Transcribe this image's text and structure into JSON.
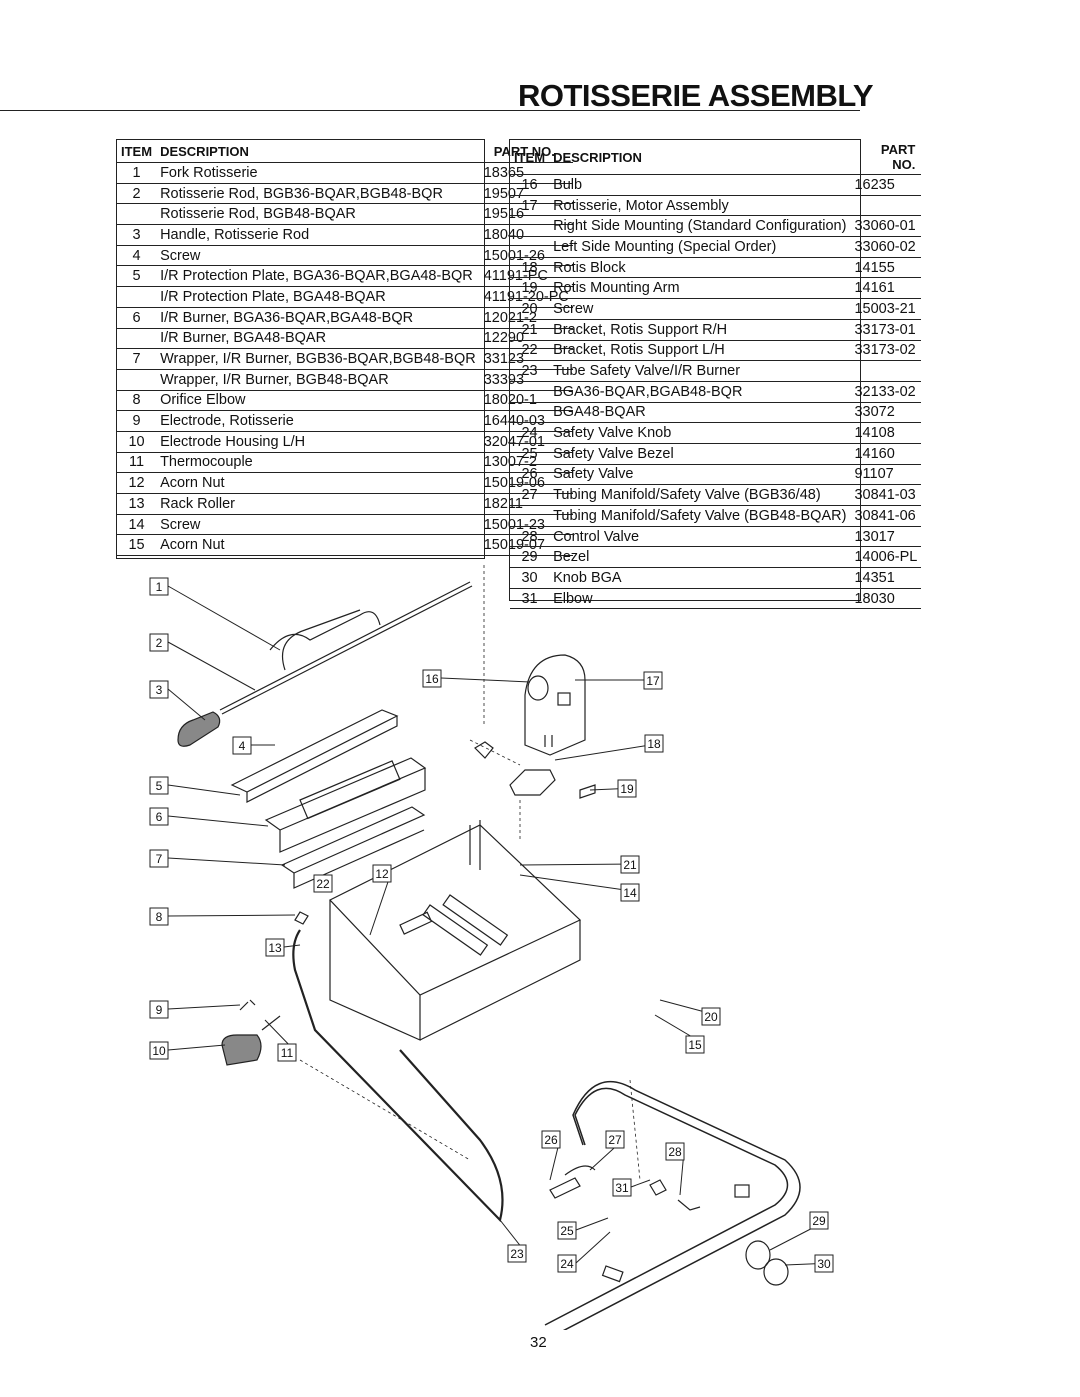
{
  "title": "ROTISSERIE ASSEMBLY",
  "page_number": "32",
  "table_headers": {
    "item": "ITEM",
    "description": "DESCRIPTION",
    "part_no": "PART NO."
  },
  "left_table": [
    {
      "item": "1",
      "description": "Fork Rotisserie",
      "part": "18365"
    },
    {
      "item": "2",
      "description": "Rotisserie Rod, BGB36-BQAR,BGB48-BQR",
      "part": "19507"
    },
    {
      "item": "",
      "description": "Rotisserie Rod, BGB48-BQAR",
      "part": "19516"
    },
    {
      "item": "3",
      "description": "Handle, Rotisserie Rod",
      "part": "18040"
    },
    {
      "item": "4",
      "description": "Screw",
      "part": "15001-26"
    },
    {
      "item": "5",
      "description": "I/R Protection Plate, BGA36-BQAR,BGA48-BQR",
      "part": "41191-PC"
    },
    {
      "item": "",
      "description": "I/R Protection Plate, BGA48-BQAR",
      "part": "41191-20-PC"
    },
    {
      "item": "6",
      "description": "I/R Burner, BGA36-BQAR,BGA48-BQR",
      "part": "12021-2"
    },
    {
      "item": "",
      "description": "I/R Burner, BGA48-BQAR",
      "part": "12290"
    },
    {
      "item": "7",
      "description": "Wrapper, I/R Burner, BGB36-BQAR,BGB48-BQR",
      "part": "33123"
    },
    {
      "item": "",
      "description": "Wrapper, I/R Burner, BGB48-BQAR",
      "part": "33393"
    },
    {
      "item": "8",
      "description": "Orifice Elbow",
      "part": "18020-1"
    },
    {
      "item": "9",
      "description": "Electrode, Rotisserie",
      "part": "16440-03"
    },
    {
      "item": "10",
      "description": "Electrode Housing  L/H",
      "part": "32047-01"
    },
    {
      "item": "11",
      "description": "Thermocouple",
      "part": "13007-2"
    },
    {
      "item": "12",
      "description": "Acorn Nut",
      "part": "15019-06"
    },
    {
      "item": "13",
      "description": "Rack Roller",
      "part": "18211"
    },
    {
      "item": "14",
      "description": "Screw",
      "part": "15001-23"
    },
    {
      "item": "15",
      "description": "Acorn Nut",
      "part": "15019-07"
    }
  ],
  "right_table": [
    {
      "item": "16",
      "description": "Bulb",
      "part": "16235"
    },
    {
      "item": "17",
      "description": "Rotisserie, Motor Assembly",
      "part": ""
    },
    {
      "item": "",
      "description": "Right Side Mounting (Standard Configuration)",
      "part": "33060-01"
    },
    {
      "item": "",
      "description": "Left Side Mounting (Special Order)",
      "part": "33060-02"
    },
    {
      "item": "18",
      "description": "Rotis Block",
      "part": "14155"
    },
    {
      "item": "19",
      "description": "Rotis Mounting Arm",
      "part": "14161"
    },
    {
      "item": "20",
      "description": "Screw",
      "part": "15003-21"
    },
    {
      "item": "21",
      "description": "Bracket, Rotis Support R/H",
      "part": "33173-01"
    },
    {
      "item": "22",
      "description": "Bracket, Rotis Support L/H",
      "part": "33173-02"
    },
    {
      "item": "23",
      "description": "Tube Safety Valve/I/R Burner",
      "part": ""
    },
    {
      "item": "",
      "description": "BGA36-BQAR,BGAB48-BQR",
      "part": "32133-02"
    },
    {
      "item": "",
      "description": "BGA48-BQAR",
      "part": "33072"
    },
    {
      "item": "24",
      "description": "Safety Valve Knob",
      "part": "14108"
    },
    {
      "item": "25",
      "description": "Safety Valve Bezel",
      "part": "14160"
    },
    {
      "item": "26",
      "description": "Safety Valve",
      "part": "91107"
    },
    {
      "item": "27",
      "description": "Tubing Manifold/Safety Valve (BGB36/48)",
      "part": "30841-03"
    },
    {
      "item": "",
      "description": "Tubing Manifold/Safety Valve (BGB48-BQAR)",
      "part": "30841-06"
    },
    {
      "item": "28",
      "description": "Control Valve",
      "part": "13017"
    },
    {
      "item": "29",
      "description": "Bezel",
      "part": "14006-PL"
    },
    {
      "item": "30",
      "description": "Knob BGA",
      "part": "14351"
    },
    {
      "item": "31",
      "description": "Elbow",
      "part": "18030"
    }
  ],
  "callouts": [
    "1",
    "2",
    "3",
    "4",
    "5",
    "6",
    "7",
    "8",
    "9",
    "10",
    "11",
    "12",
    "13",
    "14",
    "15",
    "16",
    "17",
    "18",
    "19",
    "20",
    "21",
    "22",
    "23",
    "24",
    "25",
    "26",
    "27",
    "28",
    "29",
    "30",
    "31"
  ]
}
